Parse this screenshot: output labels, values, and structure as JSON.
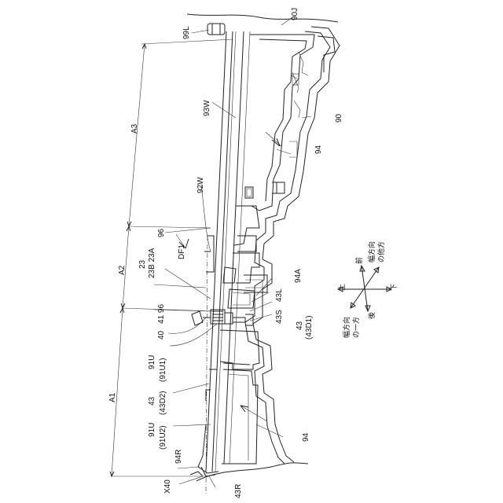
{
  "labels": {
    "l_99L": "99L",
    "l_90J": "90J",
    "l_93W": "93W",
    "l_A3": "A3",
    "l_90": "90",
    "l_94_top": "94",
    "l_92W": "92W",
    "l_96_a": "96",
    "l_DF1": "DF1",
    "l_A2": "A2",
    "l_23": "23",
    "l_23B23A": "23B 23A",
    "l_41_96": "41 96",
    "l_40": "40",
    "l_94A": "94A",
    "l_43L": "43L",
    "l_43S": "43S",
    "l_43": "43",
    "l_43D1": "(43D1)",
    "l_91U_a": "91U",
    "l_91U1": "(91U1)",
    "l_A1": "A1",
    "l_43_b": "43",
    "l_43D2": "(43D2)",
    "l_91U_b": "91U",
    "l_91U2": "(91U2)",
    "l_94_bot": "94",
    "l_94R": "94R",
    "l_X40": "X40",
    "l_43R": "43R"
  },
  "axes": {
    "up": "上",
    "down": "下",
    "front": "前",
    "rear": "後",
    "width_one_a": "幅方向",
    "width_one_b": "の一方",
    "width_other_a": "幅方向",
    "width_other_b": "の他方"
  }
}
